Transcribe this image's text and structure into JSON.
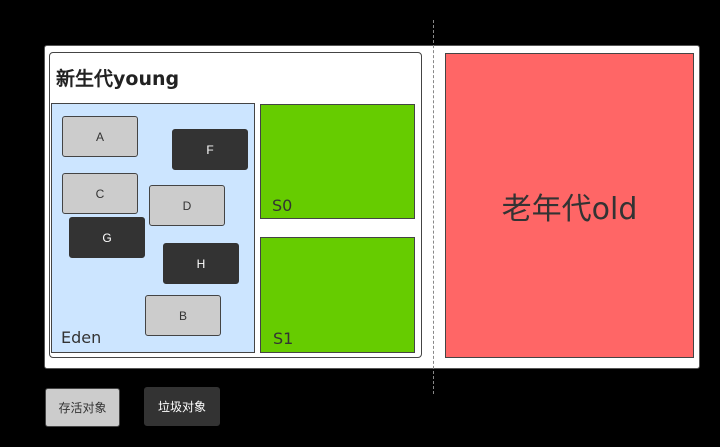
{
  "young": {
    "title": "新生代young"
  },
  "eden": {
    "label": "Eden",
    "objects": [
      {
        "label": "A",
        "status": "live"
      },
      {
        "label": "F",
        "status": "garbage"
      },
      {
        "label": "C",
        "status": "live"
      },
      {
        "label": "D",
        "status": "live"
      },
      {
        "label": "G",
        "status": "garbage"
      },
      {
        "label": "H",
        "status": "garbage"
      },
      {
        "label": "B",
        "status": "live"
      }
    ]
  },
  "survivors": [
    {
      "label": "S0"
    },
    {
      "label": "S1"
    }
  ],
  "old": {
    "label": "老年代old"
  },
  "legend": {
    "live": "存活对象",
    "garbage": "垃圾对象"
  },
  "colors": {
    "eden": "#cce5ff",
    "survivor": "#66cc00",
    "old": "#ff6666",
    "live_object": "#cccccc",
    "garbage_object": "#333333"
  }
}
